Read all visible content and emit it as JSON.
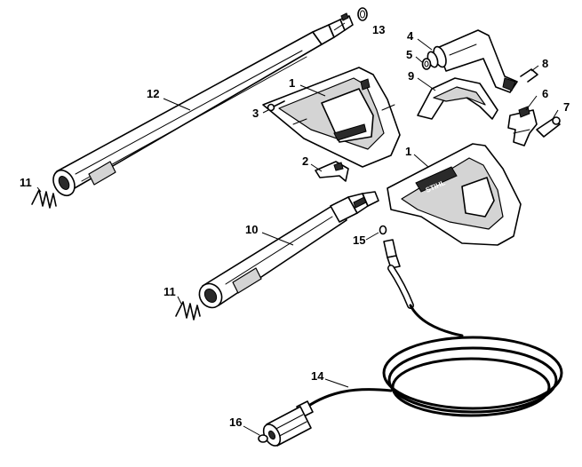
{
  "diagram": {
    "callouts": [
      {
        "key": "c13",
        "label": "13"
      },
      {
        "key": "c12",
        "label": "12"
      },
      {
        "key": "c1a",
        "label": "1"
      },
      {
        "key": "c3",
        "label": "3"
      },
      {
        "key": "c2",
        "label": "2"
      },
      {
        "key": "c4",
        "label": "4"
      },
      {
        "key": "c5",
        "label": "5"
      },
      {
        "key": "c9",
        "label": "9"
      },
      {
        "key": "c8",
        "label": "8"
      },
      {
        "key": "c6",
        "label": "6"
      },
      {
        "key": "c7",
        "label": "7"
      },
      {
        "key": "c1b",
        "label": "1"
      },
      {
        "key": "c11a",
        "label": "11"
      },
      {
        "key": "c10",
        "label": "10"
      },
      {
        "key": "c15",
        "label": "15"
      },
      {
        "key": "c11b",
        "label": "11"
      },
      {
        "key": "c14",
        "label": "14"
      },
      {
        "key": "c16",
        "label": "16"
      }
    ],
    "logo_text": "STIHL"
  }
}
